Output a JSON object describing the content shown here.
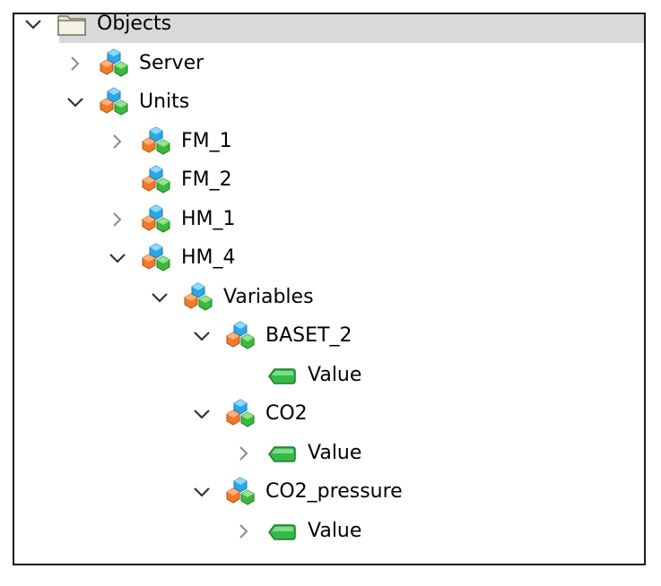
{
  "tree": {
    "rows": [
      {
        "label": "Objects",
        "depth": 0,
        "expander": "expanded",
        "icon": "folder-icon",
        "selected": true
      },
      {
        "label": "Server",
        "depth": 1,
        "expander": "collapsed",
        "icon": "object-icon"
      },
      {
        "label": "Units",
        "depth": 1,
        "expander": "expanded",
        "icon": "object-icon"
      },
      {
        "label": "FM_1",
        "depth": 2,
        "expander": "collapsed",
        "icon": "object-icon"
      },
      {
        "label": "FM_2",
        "depth": 2,
        "expander": "none",
        "icon": "object-icon"
      },
      {
        "label": "HM_1",
        "depth": 2,
        "expander": "collapsed",
        "icon": "object-icon"
      },
      {
        "label": "HM_4",
        "depth": 2,
        "expander": "expanded",
        "icon": "object-icon"
      },
      {
        "label": "Variables",
        "depth": 3,
        "expander": "expanded",
        "icon": "object-icon"
      },
      {
        "label": "BASET_2",
        "depth": 4,
        "expander": "expanded",
        "icon": "object-icon"
      },
      {
        "label": "Value",
        "depth": 5,
        "expander": "none",
        "icon": "tag-icon"
      },
      {
        "label": "CO2",
        "depth": 4,
        "expander": "expanded",
        "icon": "object-icon"
      },
      {
        "label": "Value",
        "depth": 5,
        "expander": "collapsed",
        "icon": "tag-icon"
      },
      {
        "label": "CO2_pressure",
        "depth": 4,
        "expander": "expanded",
        "icon": "object-icon"
      },
      {
        "label": "Value",
        "depth": 5,
        "expander": "collapsed",
        "icon": "tag-icon"
      }
    ]
  }
}
